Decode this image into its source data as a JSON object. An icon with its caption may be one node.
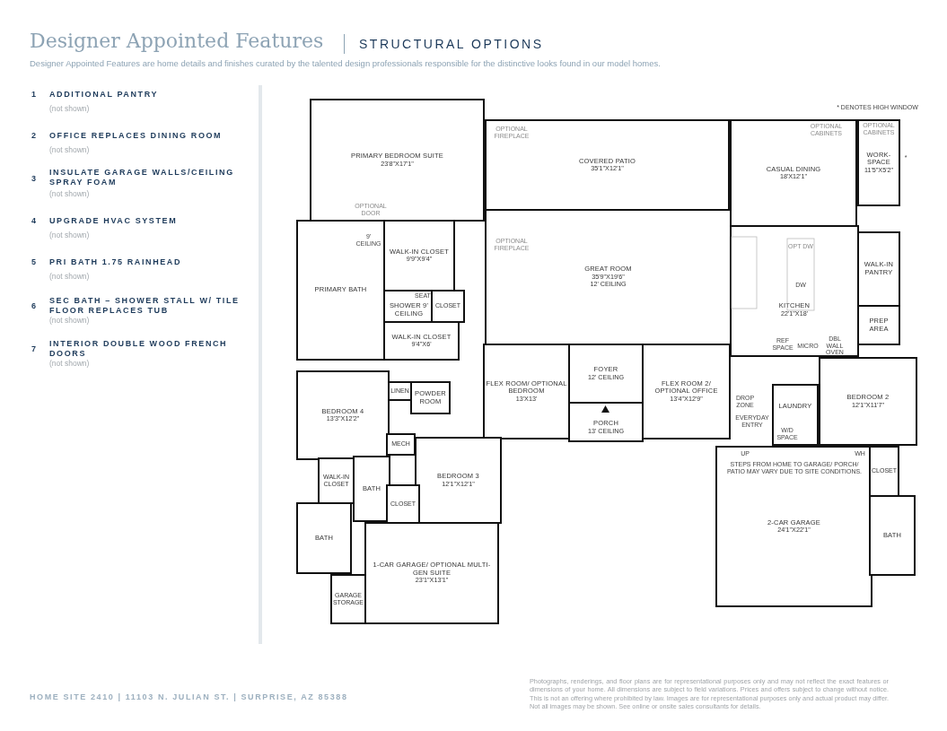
{
  "diagram": {
    "title": "Designer Appointed Features",
    "caption": "Designer Appointed Features are home details and finishes curated by the talented design professionals responsible for the distinctive looks found in our model homes.",
    "nodes": [
      {
        "text": [
          "PRIMARY BEDROOM SUITE",
          "23'8\"X17'1\""
        ]
      },
      {
        "text": [
          "COVERED PATIO",
          "35'1\"X12'1\""
        ]
      },
      {
        "text": [
          "CASUAL DINING",
          "18'X12'1\""
        ]
      },
      {
        "text": [
          "WORK-SPACE",
          "11'5\"X5'2\""
        ]
      },
      {
        "text": [
          "GREAT ROOM",
          "35'9\"X19'6\"",
          "12' CEILING"
        ]
      },
      {
        "text": [
          "WALK-IN CLOSET",
          "9'9\"X9'4\""
        ]
      },
      {
        "text": [
          "PRIMARY BATH"
        ]
      },
      {
        "text": [
          "SHOWER 9' CEILING"
        ]
      },
      {
        "text": [
          "CLOSET"
        ]
      },
      {
        "text": [
          "WALK-IN CLOSET",
          "9'4\"X6'"
        ]
      },
      {
        "text": [
          "WALK-IN PANTRY"
        ]
      },
      {
        "text": [
          "KITCHEN",
          "22'1\"X18'"
        ]
      },
      {
        "text": [
          "PREP AREA"
        ]
      },
      {
        "text": [
          "LINEN"
        ]
      },
      {
        "text": [
          "POWDER ROOM"
        ]
      },
      {
        "text": [
          "BEDROOM 4",
          "13'3\"X12'2\""
        ]
      },
      {
        "text": [
          "FLEX ROOM/ OPTIONAL BEDROOM",
          "13'X13'"
        ]
      },
      {
        "text": [
          "FOYER",
          "12' CEILING"
        ]
      },
      {
        "text": [
          "PORCH",
          "13' CEILING"
        ]
      },
      {
        "text": [
          "FLEX ROOM 2/ OPTIONAL OFFICE",
          "13'4\"X12'9\""
        ]
      },
      {
        "text": [
          "BEDROOM 2",
          "12'1\"X11'7\""
        ]
      },
      {
        "text": [
          "LAUNDRY"
        ]
      },
      {
        "text": [
          "MECH"
        ]
      },
      {
        "text": [
          "WALK-IN CLOSET"
        ]
      },
      {
        "text": [
          "BATH"
        ]
      },
      {
        "text": [
          "BEDROOM 3",
          "12'1\"X12'1\""
        ]
      },
      {
        "text": [
          "CLOSET"
        ]
      },
      {
        "text": [
          "BATH"
        ]
      },
      {
        "text": [
          "GARAGE STORAGE"
        ]
      },
      {
        "text": [
          "1-CAR GARAGE/ OPTIONAL MULTI-GEN SUITE",
          "23'1\"X13'1\""
        ]
      },
      {
        "text": [
          "2-CAR GARAGE",
          "24'1\"X22'1\""
        ]
      },
      {
        "text": [
          "CLOSET"
        ]
      },
      {
        "text": [
          "BATH"
        ]
      }
    ],
    "labels": [
      "STRUCTURAL OPTIONS",
      "1",
      "ADDITIONAL PANTRY",
      "(not shown)",
      "2",
      "OFFICE REPLACES DINING ROOM",
      "(not shown)",
      "3",
      "INSULATE GARAGE WALLS/CEILING SPRAY FOAM",
      "(not shown)",
      "4",
      "UPGRADE HVAC SYSTEM",
      "(not shown)",
      "5",
      "PRI BATH 1.75 RAINHEAD",
      "(not shown)",
      "6",
      "SEC BATH – SHOWER STALL W/ TILE FLOOR REPLACES TUB",
      "(not shown)",
      "7",
      "INTERIOR DOUBLE WOOD FRENCH DOORS",
      "(not shown)",
      "* DENOTES HIGH WINDOW",
      "OPTIONAL FIREPLACE",
      "OPTIONAL CABINETS",
      "OPTIONAL CABINETS",
      "*",
      "OPTIONAL DOOR",
      "9' CEILING",
      "OPTIONAL FIREPLACE",
      "OPT DW",
      "DW",
      "SEAT",
      "REF SPACE",
      "MICRO",
      "DBL WALL OVEN",
      "DROP ZONE",
      "EVERYDAY ENTRY",
      "W/D SPACE",
      "UP",
      "WH",
      "STEPS FROM HOME TO GARAGE/ PORCH/ PATIO MAY VARY DUE TO SITE CONDITIONS.",
      "HOME SITE 2410 | 11103 N. JULIAN ST. | SURPRISE, AZ 85388",
      "Photographs, renderings, and floor plans are for representational purposes only and may not reflect the exact features or dimensions of your home. All dimensions are subject to field variations. Prices and offers subject to change without notice. This is not an offering where prohibited by law. Images are for representational purposes only and actual product may differ. Not all images may be shown. See online or onsite sales consultants for details."
    ]
  }
}
